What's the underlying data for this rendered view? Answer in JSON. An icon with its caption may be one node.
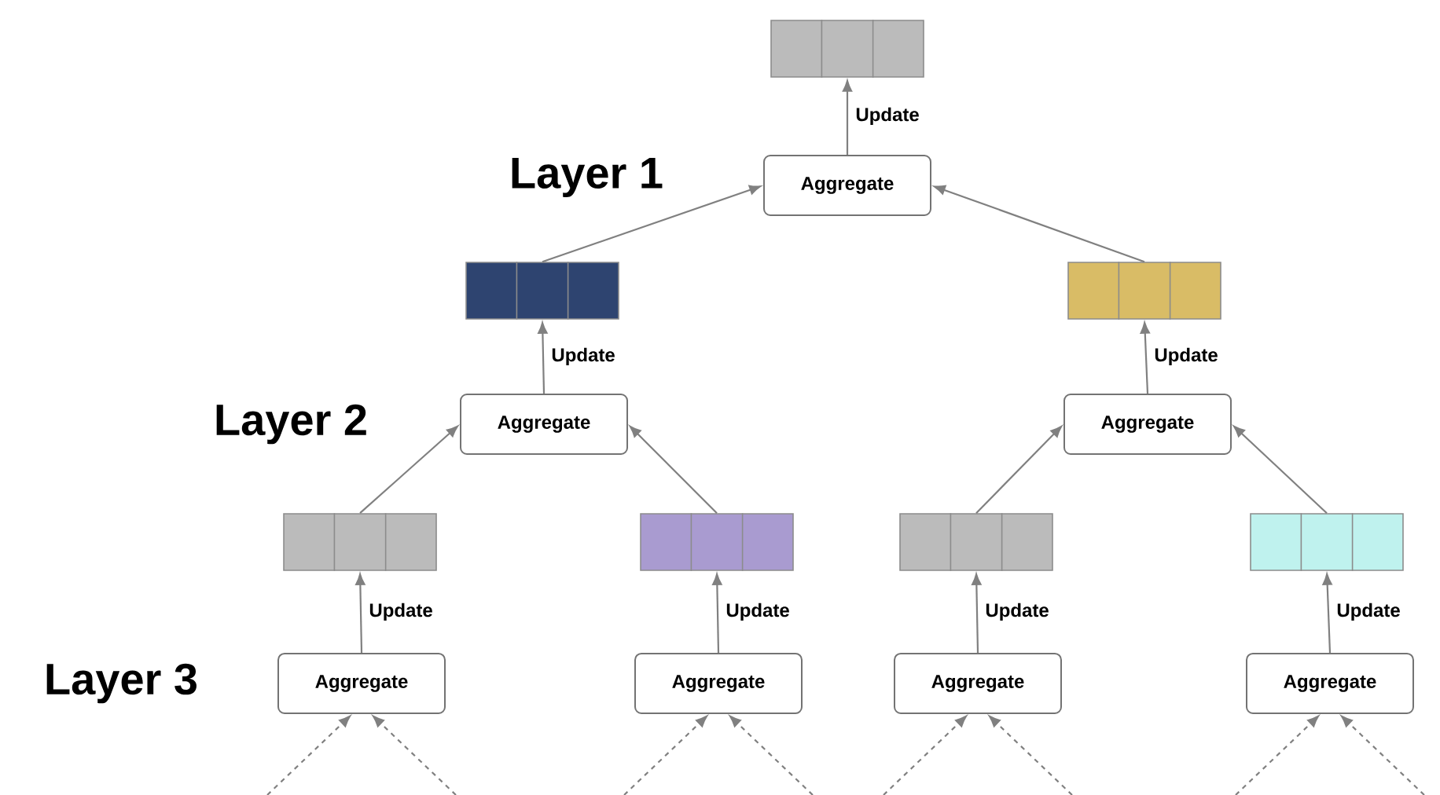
{
  "diagram": {
    "nodes": [
      {
        "text": [],
        "shape": "bar"
      },
      {
        "text": [
          "Aggregate"
        ]
      },
      {
        "text": [],
        "shape": "bar"
      },
      {
        "text": [],
        "shape": "bar"
      },
      {
        "text": [
          "Aggregate"
        ]
      },
      {
        "text": [
          "Aggregate"
        ]
      },
      {
        "text": [],
        "shape": "bar"
      },
      {
        "text": [],
        "shape": "bar"
      },
      {
        "text": [],
        "shape": "bar"
      },
      {
        "text": [],
        "shape": "bar"
      },
      {
        "text": [
          "Aggregate"
        ]
      },
      {
        "text": [
          "Aggregate"
        ]
      },
      {
        "text": [
          "Aggregate"
        ]
      },
      {
        "text": [
          "Aggregate"
        ]
      }
    ],
    "edges": [
      {
        "from": 1,
        "to": 0,
        "arrow": "to",
        "label": "Update"
      },
      {
        "from": 2,
        "to": 1,
        "arrow": "to"
      },
      {
        "from": 3,
        "to": 1,
        "arrow": "to"
      },
      {
        "from": 4,
        "to": 2,
        "arrow": "to",
        "label": "Update"
      },
      {
        "from": 5,
        "to": 3,
        "arrow": "to",
        "label": "Update"
      },
      {
        "from": 6,
        "to": 4,
        "arrow": "to"
      },
      {
        "from": 7,
        "to": 4,
        "arrow": "to"
      },
      {
        "from": 8,
        "to": 5,
        "arrow": "to"
      },
      {
        "from": 9,
        "to": 5,
        "arrow": "to"
      },
      {
        "from": 10,
        "to": 6,
        "arrow": "to",
        "label": "Update"
      },
      {
        "from": 11,
        "to": 7,
        "arrow": "to",
        "label": "Update"
      },
      {
        "from": 12,
        "to": 8,
        "arrow": "to",
        "label": "Update"
      },
      {
        "from": 13,
        "to": 9,
        "arrow": "to",
        "label": "Update"
      },
      {
        "from": null,
        "to": 10,
        "arrow": "to",
        "style": "dashed"
      },
      {
        "from": null,
        "to": 10,
        "arrow": "to",
        "style": "dashed"
      },
      {
        "from": null,
        "to": 11,
        "arrow": "to",
        "style": "dashed"
      },
      {
        "from": null,
        "to": 11,
        "arrow": "to",
        "style": "dashed"
      },
      {
        "from": null,
        "to": 12,
        "arrow": "to",
        "style": "dashed"
      },
      {
        "from": null,
        "to": 12,
        "arrow": "to",
        "style": "dashed"
      },
      {
        "from": null,
        "to": 13,
        "arrow": "to",
        "style": "dashed"
      },
      {
        "from": null,
        "to": 13,
        "arrow": "to",
        "style": "dashed"
      }
    ],
    "labels": [
      "Layer 1",
      "Layer 2",
      "Layer 3"
    ]
  }
}
